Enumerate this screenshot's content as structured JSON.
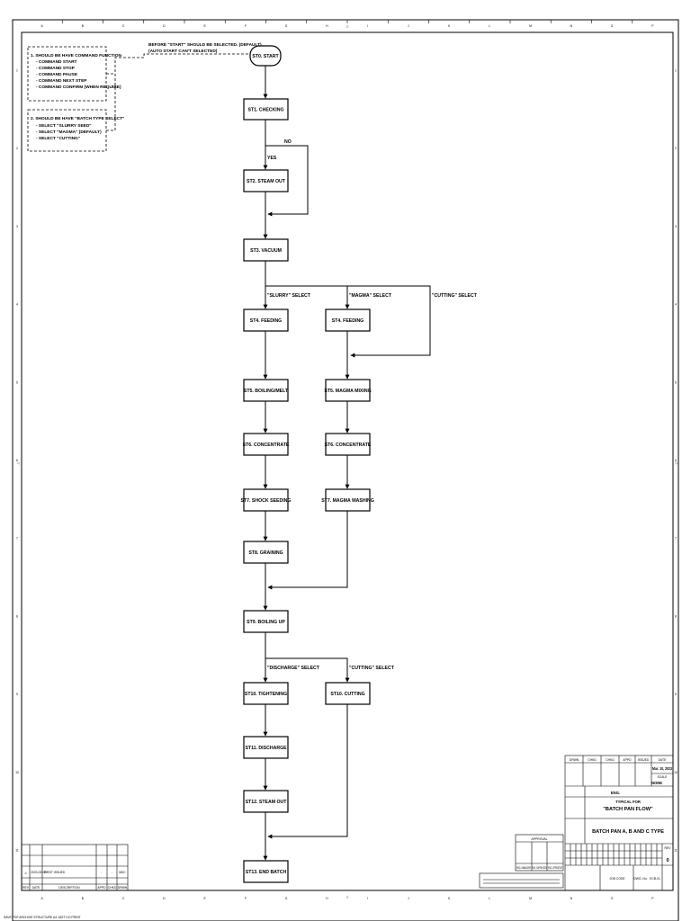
{
  "grid": {
    "columns": [
      "A",
      "B",
      "C",
      "D",
      "E",
      "F",
      "G",
      "H",
      "I",
      "J",
      "K",
      "L",
      "M",
      "N",
      "O",
      "P"
    ],
    "rows": [
      "1",
      "2",
      "3",
      "4",
      "5",
      "6",
      "7",
      "8",
      "9",
      "10",
      "11"
    ]
  },
  "notes": {
    "note1": {
      "title": "1. SHOULD BE HAVE COMMAND FUNCTION",
      "items": [
        "- COMMAND START",
        "- COMMAND STOP",
        "- COMMAND PAUSE",
        "- COMMAND NEXT STEP",
        "- COMMAND CONFIRM (WHEN REQUIRE)"
      ]
    },
    "note2": {
      "title": "2. SHOULD BE HAVE \"BATCH TYPE SELECT\"",
      "items": [
        "- SELECT \"SLURRY SEED\"",
        "- SELECT \"MAGMA\" (DEFAULT)",
        "- SELECT \"CUTTING\""
      ]
    },
    "before_start": [
      "BEFORE \"START\" SHOULD BE SELECTED. (DEFAULT)",
      "(AUTO START CAN'T SELECTED)"
    ]
  },
  "steps": {
    "st0": "ST0. START",
    "st1": "ST1. CHECKING",
    "st2": "ST2. STEAM OUT",
    "st3": "ST3. VACUUM",
    "st4a": "ST4. FEEDING",
    "st4b": "ST4. FEEDING",
    "st5a": "ST5. BOILING/MELT",
    "st5b": "ST5. MAGMA MIXING",
    "st6a": "ST6. CONCENTRATE",
    "st6b": "ST6. CONCENTRATE",
    "st7a": "ST7. SHOCK SEEDING",
    "st7b": "ST7. MAGMA WASHING",
    "st8": "ST8. GRAINING",
    "st9": "ST9. BOILING UP",
    "st10a": "ST10. TIGHTENING",
    "st10b": "ST10. CUTTING",
    "st11": "ST11. DISCHARGE",
    "st12": "ST12. STEAM OUT",
    "st13": "ST13. END BATCH"
  },
  "branches": {
    "no": "NO",
    "yes": "YES",
    "slurry": "\"SLURRY\" SELECT",
    "magma": "\"MAGMA\" SELECT",
    "cutting1": "\"CUTTING\" SELECT",
    "discharge": "\"DISCHARGE\" SELECT",
    "cutting2": "\"CUTTING\" SELECT"
  },
  "revision_table": {
    "row_date": "2023-03-09",
    "row_desc": "FIRST ISSUED",
    "row_col1": "-",
    "row_col2": "-",
    "row_col3": "MKC",
    "headers": [
      "REV",
      "DATE",
      "DESCRIPTION",
      "APPD",
      "CHKD",
      "DRWN"
    ]
  },
  "title_block": {
    "header_cells": [
      "DRWN",
      "CHKD",
      "CHKD",
      "APPD",
      "ISSUED",
      "DATE"
    ],
    "date_value": "Mar. 10, 2023",
    "scale_label": "SCALE",
    "scale_value": "NONE",
    "company": "ENG.",
    "typical_for": "TYPICAL FOR",
    "project": "\"BATCH PAN FLOW\"",
    "drawing_title": "BATCH PAN A, B AND C TYPE",
    "job_code": "JOB CODE",
    "dwg_no_label": "DWG. No.",
    "dwg_no": "ECB-01",
    "rev_value": "0",
    "rev_label": "REV"
  },
  "approval_block": {
    "title": "APPROVAL",
    "cols": [
      "ENG. MANAGER",
      "ENG. SUPERVISOR",
      "ENG. OPERATOR"
    ]
  },
  "footer": {
    "bottom_left": "SAVE PDF ARCHIVE STRUCTURE A4 JUST DO PRINT"
  }
}
